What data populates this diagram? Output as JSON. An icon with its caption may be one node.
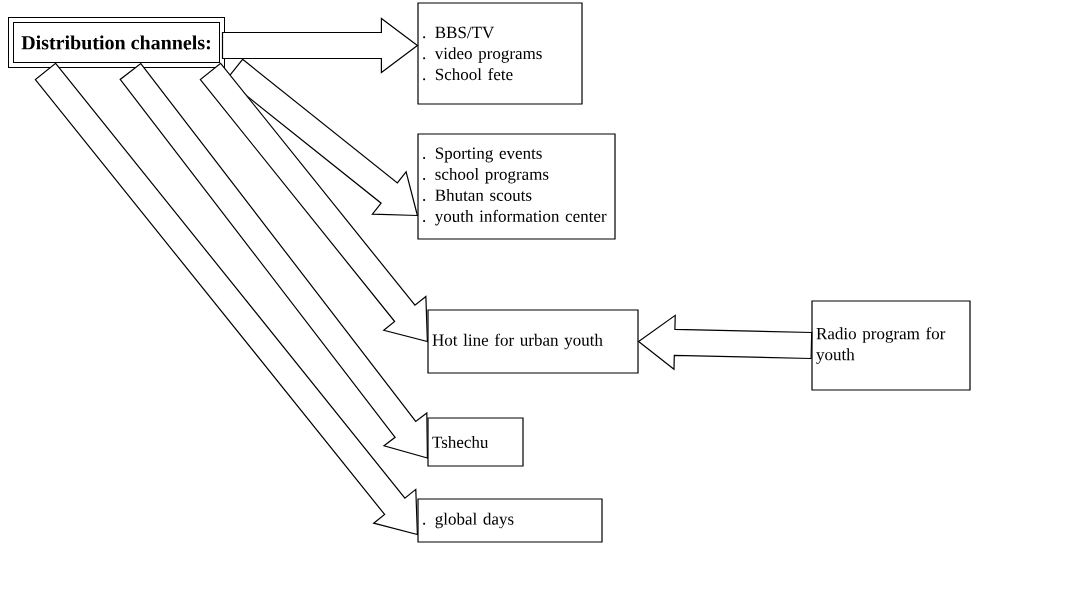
{
  "diagram": {
    "nodes": [
      {
        "text": [
          "Distribution channels:"
        ]
      },
      {
        "text": [
          ". BBS/TV",
          ". video programs",
          ". School fete"
        ]
      },
      {
        "text": [
          ". Sporting events",
          ". school programs",
          ". Bhutan scouts",
          ". youth information center"
        ]
      },
      {
        "text": [
          "Hot line for urban youth"
        ]
      },
      {
        "text": [
          "Radio program for youth"
        ]
      },
      {
        "text": [
          "Tshechu"
        ]
      },
      {
        "text": [
          ". global days"
        ]
      }
    ],
    "edges": [
      {
        "from": 0,
        "to": 1,
        "arrow": "to"
      },
      {
        "from": 0,
        "to": 2,
        "arrow": "to"
      },
      {
        "from": 0,
        "to": 3,
        "arrow": "to"
      },
      {
        "from": 0,
        "to": 5,
        "arrow": "to"
      },
      {
        "from": 0,
        "to": 6,
        "arrow": "to"
      },
      {
        "from": 4,
        "to": 3,
        "arrow": "to"
      }
    ]
  }
}
